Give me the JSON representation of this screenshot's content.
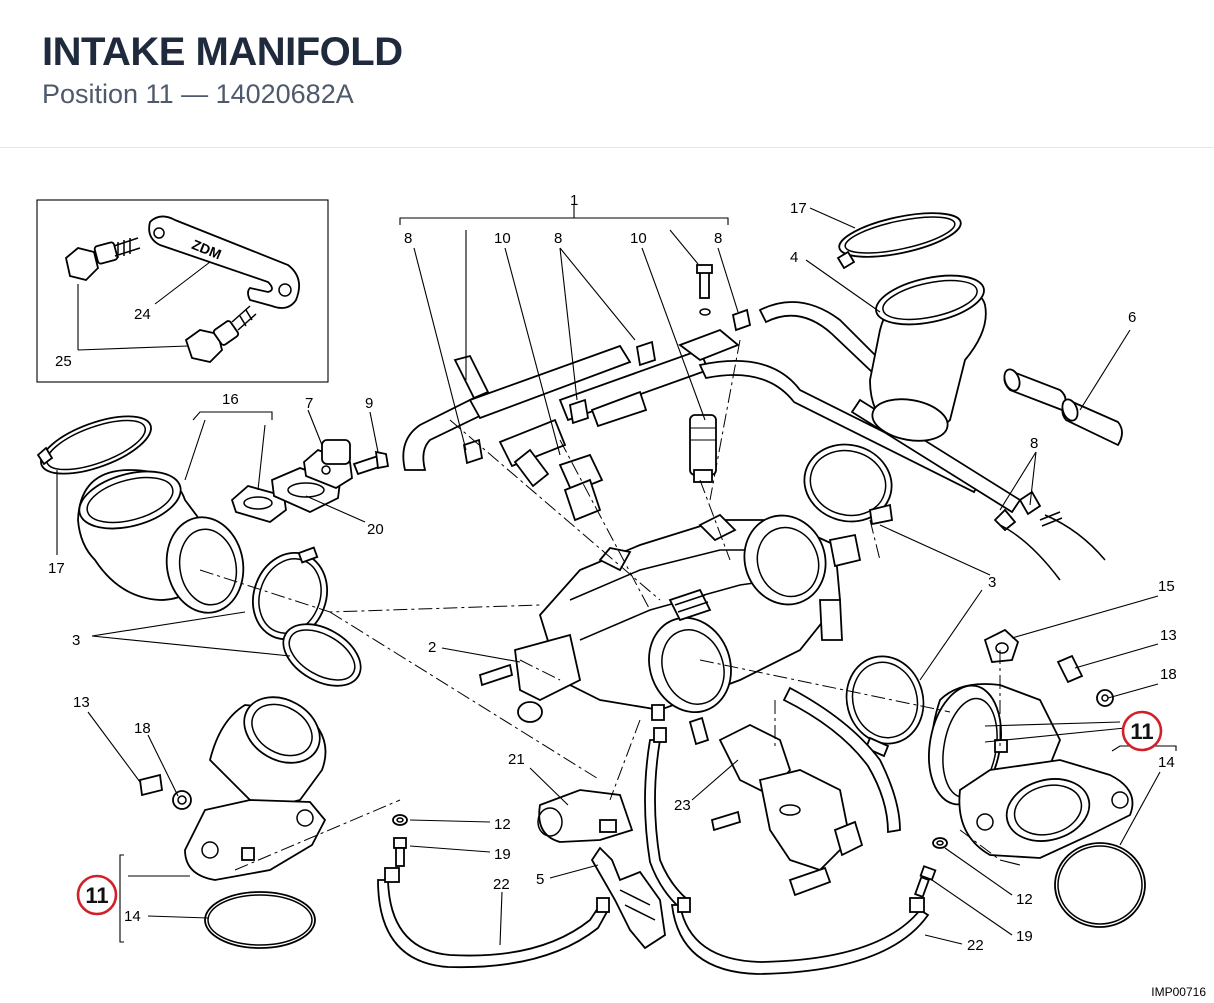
{
  "header": {
    "title": "INTAKE MANIFOLD",
    "subtitle": "Position 11  — 14020682A"
  },
  "diagram": {
    "labels": {
      "l1": "1",
      "l8a": "8",
      "l10a": "10",
      "l8b": "8",
      "l10b": "10",
      "l8c": "8",
      "l17a": "17",
      "l4": "4",
      "l6": "6",
      "l24": "24",
      "l25": "25",
      "l16": "16",
      "l7": "7",
      "l9": "9",
      "l20": "20",
      "l17b": "17",
      "l3a": "3",
      "l3b": "3",
      "l8d": "8",
      "l2": "2",
      "l15": "15",
      "l13a": "13",
      "l18a": "18",
      "l13b": "13",
      "l18b": "18",
      "l14a": "14",
      "l14b": "14",
      "l21": "21",
      "l23": "23",
      "l12a": "12",
      "l19a": "19",
      "l22a": "22",
      "l5": "5",
      "l12b": "12",
      "l19b": "19",
      "l22b": "22"
    },
    "highlight": {
      "left": "11",
      "right": "11"
    },
    "drawing_code": "IMP00716",
    "plate_text": "ZDM"
  },
  "colors": {
    "highlight": "#d0202a",
    "title": "#1f2a3d",
    "subtitle": "#4e5a6c"
  }
}
